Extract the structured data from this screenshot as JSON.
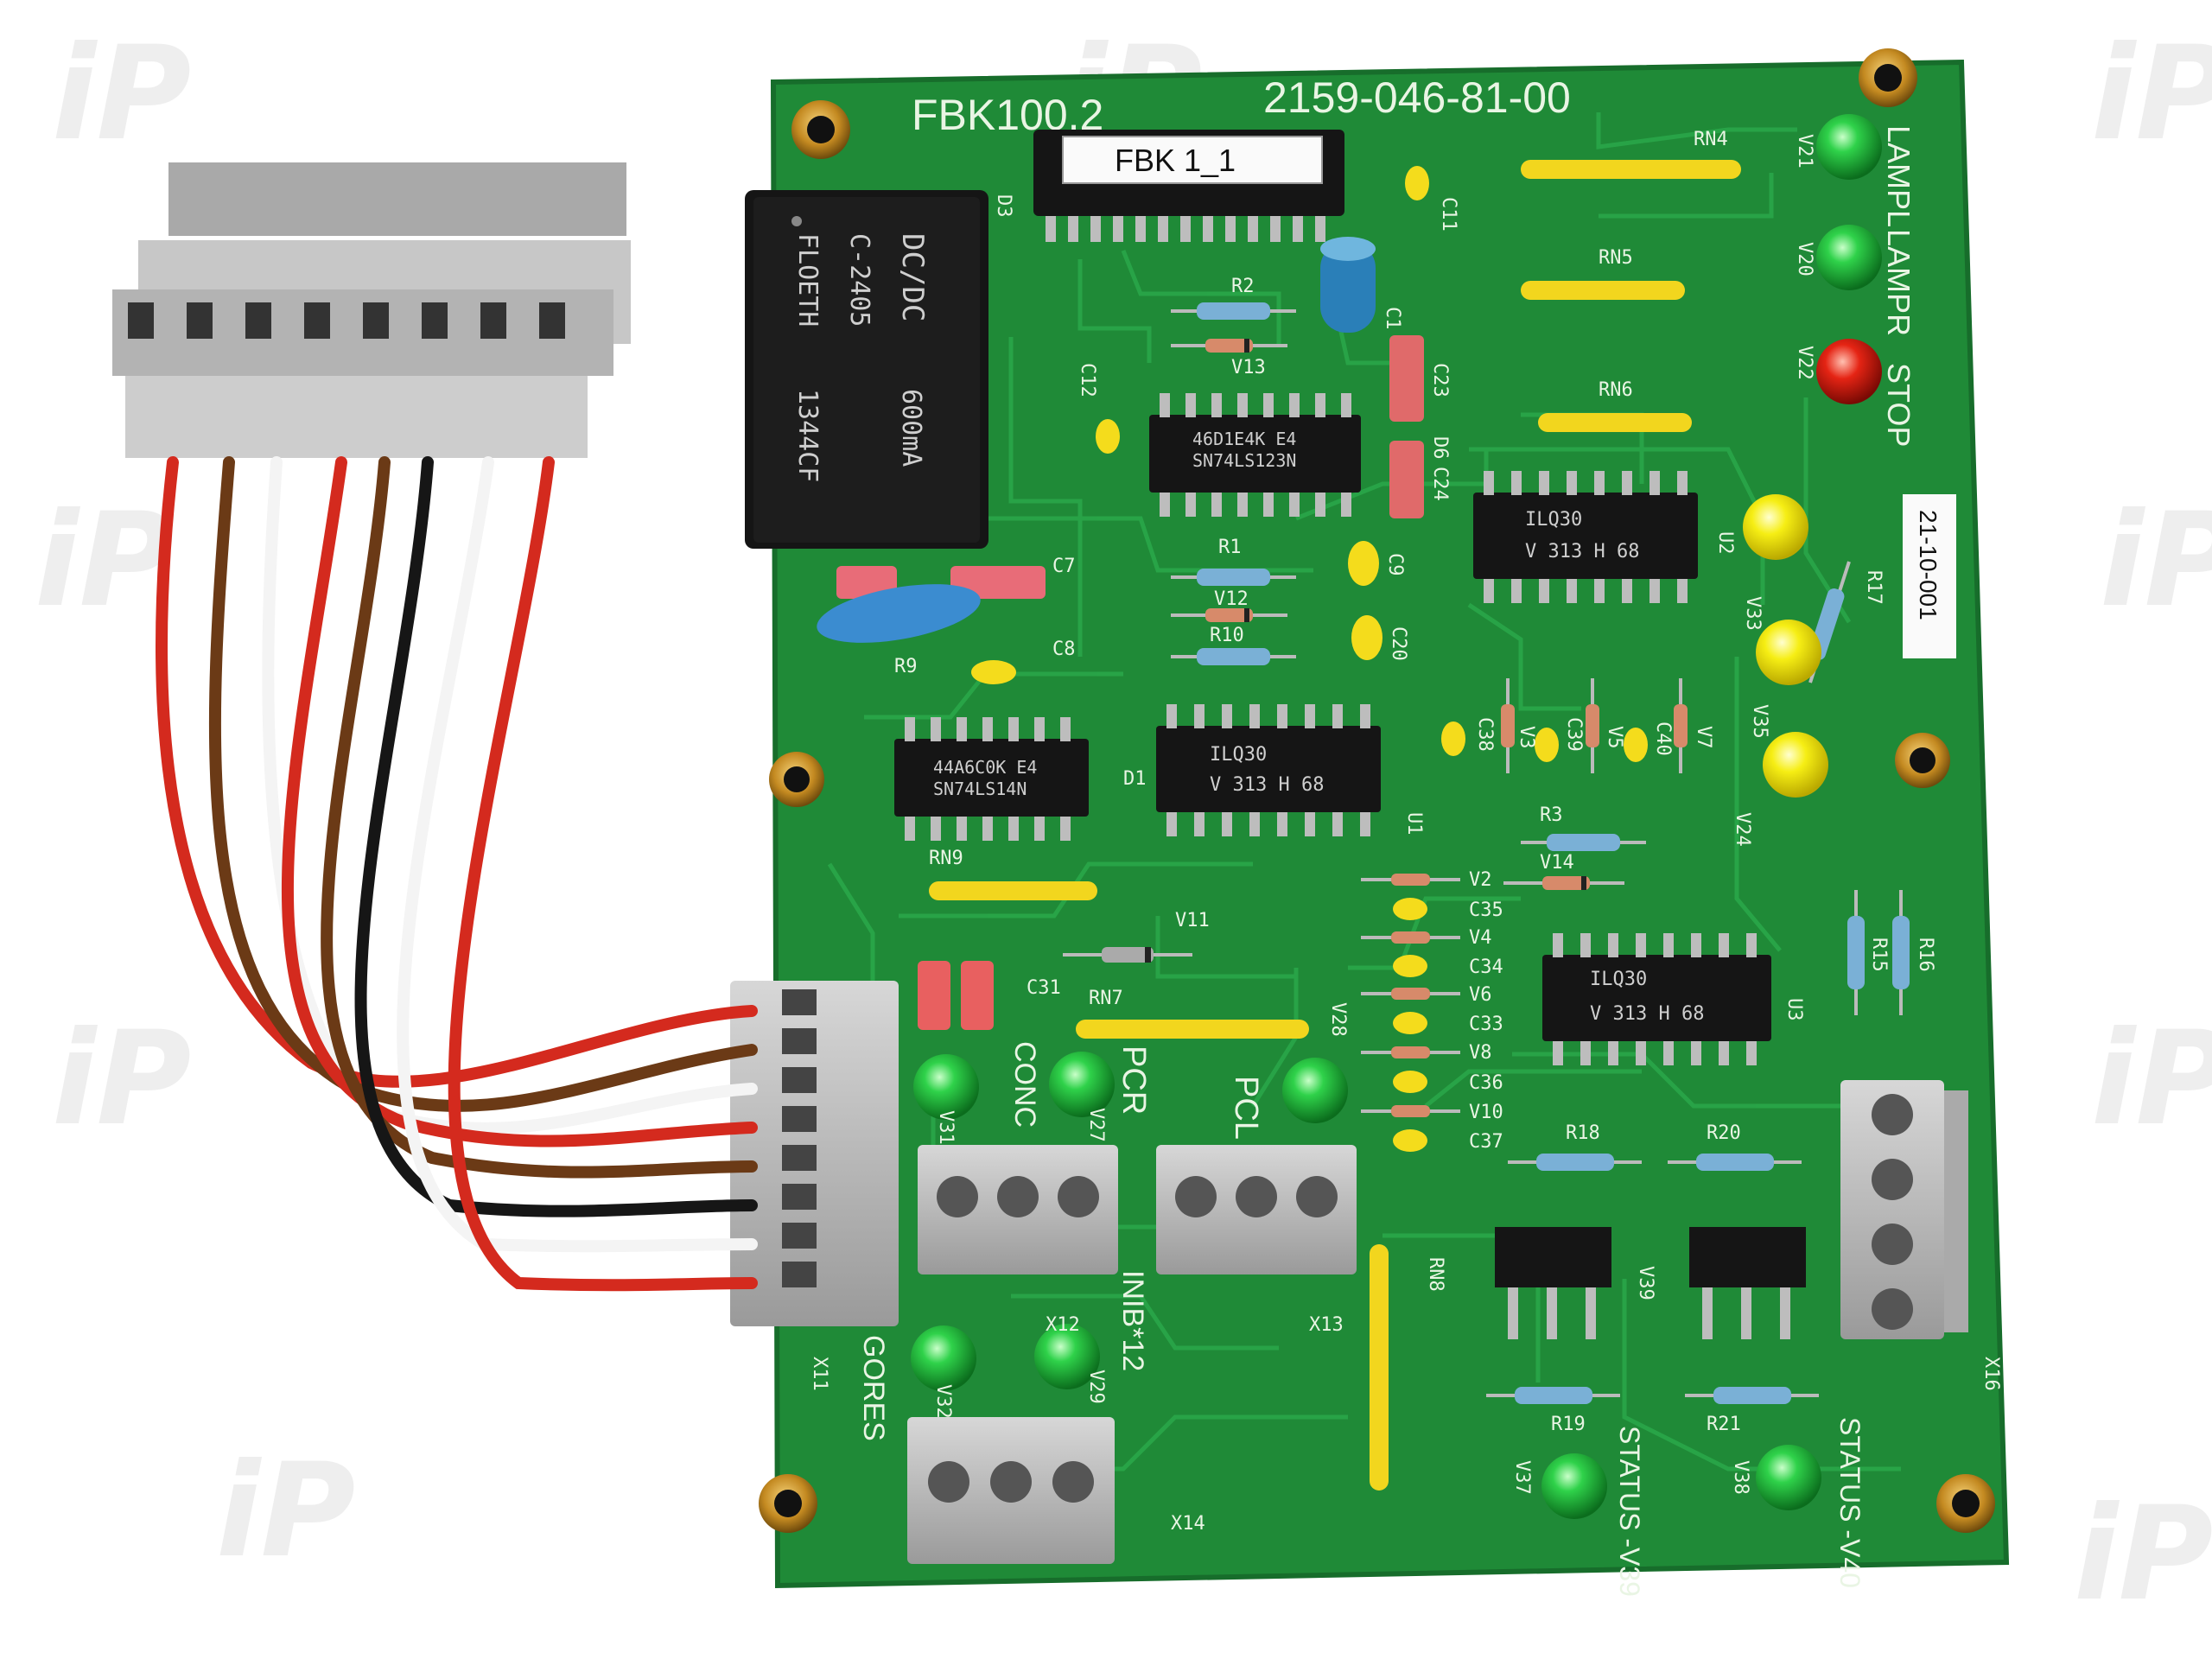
{
  "board": {
    "title": "FBK100.2",
    "part_number": "2159-046-81-00",
    "colors": {
      "pcb": "#1f8a37",
      "trace": "#27a243",
      "silk": "#e9f5e4",
      "chip": "#1b1b1b",
      "connector": "#b9b9b9",
      "wire_red": "#d42a1e",
      "wire_brown": "#6b3a16",
      "wire_black": "#161616",
      "wire_white": "#f4f4f4"
    }
  },
  "labels": {
    "eprom_sticker": "FBK 1_1",
    "date_sticker": "21-10-001"
  },
  "dcdc": {
    "line1": "DC/DC",
    "line2": "C-2405",
    "line3": "FLOETH",
    "line4": "1344CF",
    "line5": "600mA"
  },
  "chips": {
    "u_123_top": "46D1E4K E4",
    "u_123_bottom": "SN74LS123N",
    "u_14_top": "44A6C0K E4",
    "u_14_bottom": "SN74LS14N",
    "ilq_top": "ILQ30",
    "ilq_bottom": "V 313 H 68"
  },
  "silk_main": {
    "lampl": "LAMPL",
    "lampr": "LAMPR",
    "stop": "STOP",
    "pcl": "PCL",
    "pcr": "PCR",
    "conc": "CONC",
    "inib": "INIB*12",
    "gores": "GORES",
    "status_v39": "STATUS -V39",
    "status_v40": "STATUS -V40"
  },
  "silk_refs": {
    "d3": "D3",
    "d1": "D1",
    "d6": "D6",
    "u1": "U1",
    "u2": "U2",
    "u3": "U3",
    "c11": "C11",
    "c12": "C12",
    "c1": "C1",
    "c23": "C23",
    "c24": "C24",
    "c7": "C7",
    "c8": "C8",
    "c9": "C9",
    "c20": "C20",
    "c38": "C38",
    "c39": "C39",
    "c40": "C40",
    "c35": "C35",
    "c34": "C34",
    "c33": "C33",
    "c36": "C36",
    "c37": "C37",
    "c31": "C31",
    "r1": "R1",
    "r2": "R2",
    "r3": "R3",
    "r9": "R9",
    "r10": "R10",
    "r15": "R15",
    "r16": "R16",
    "r17": "R17",
    "r18": "R18",
    "r19": "R19",
    "r20": "R20",
    "r21": "R21",
    "rn4": "RN4",
    "rn5": "RN5",
    "rn6": "RN6",
    "rn7": "RN7",
    "rn8": "RN8",
    "rn9": "RN9",
    "v2": "V2",
    "v3": "V3",
    "v4": "V4",
    "v5": "V5",
    "v6": "V6",
    "v7": "V7",
    "v8": "V8",
    "v10": "V10",
    "v11": "V11",
    "v12": "V12",
    "v13": "V13",
    "v14": "V14",
    "v20": "V20",
    "v21": "V21",
    "v22": "V22",
    "v24": "V24",
    "v27": "V27",
    "v28": "V28",
    "v29": "V29",
    "v31": "V31",
    "v32": "V32",
    "v33": "V33",
    "v35": "V35",
    "v37": "V37",
    "v38": "V38",
    "v39": "V39",
    "x11": "X11",
    "x12": "X12",
    "x13": "X13",
    "x14": "X14",
    "x16": "X16"
  }
}
